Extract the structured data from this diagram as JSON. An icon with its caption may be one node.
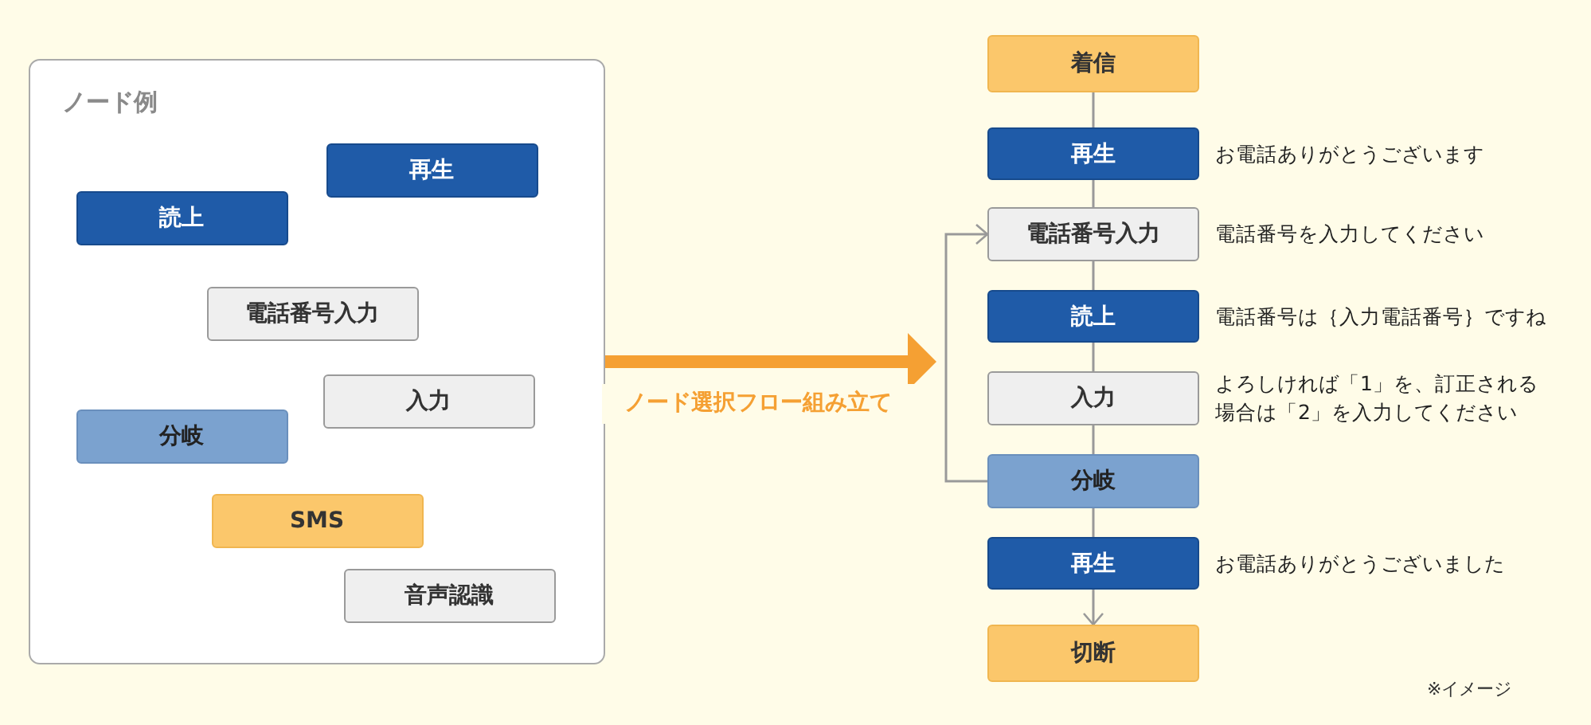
{
  "diagram": {
    "nodes": [
      {
        "text": [
          "ノード例"
        ]
      },
      {
        "text": [
          "再生"
        ],
        "in": 0
      },
      {
        "text": [
          "読上"
        ],
        "in": 0
      },
      {
        "text": [
          "電話番号入力"
        ],
        "in": 0
      },
      {
        "text": [
          "入力"
        ],
        "in": 0
      },
      {
        "text": [
          "分岐"
        ],
        "in": 0
      },
      {
        "text": [
          "SMS"
        ],
        "in": 0
      },
      {
        "text": [
          "音声認識"
        ],
        "in": 0
      },
      {
        "text": [
          "着信"
        ]
      },
      {
        "text": [
          "再生"
        ],
        "beside": [
          "お電話ありがとうございます"
        ]
      },
      {
        "text": [
          "電話番号入力"
        ],
        "beside": [
          "電話番号を入力してください"
        ]
      },
      {
        "text": [
          "読上"
        ],
        "beside": [
          "電話番号は｛入力電話番号｝ですね"
        ]
      },
      {
        "text": [
          "入力"
        ],
        "beside": [
          "よろしければ「1」を、訂正される場合は「2」を入力してください"
        ]
      },
      {
        "text": [
          "分岐"
        ]
      },
      {
        "text": [
          "再生"
        ],
        "beside": [
          "お電話ありがとうございました"
        ]
      },
      {
        "text": [
          "切断"
        ]
      }
    ],
    "edges": [
      {
        "from": 0,
        "to": null,
        "arrow": "to",
        "label": "ノード選択フロー組み立て",
        "style": "thick",
        "color": "#f5a033"
      },
      {
        "from": 8,
        "to": 9,
        "arrow": "none"
      },
      {
        "from": 9,
        "to": 10,
        "arrow": "none"
      },
      {
        "from": 10,
        "to": 11,
        "arrow": "none"
      },
      {
        "from": 11,
        "to": 12,
        "arrow": "none"
      },
      {
        "from": 12,
        "to": 13,
        "arrow": "none"
      },
      {
        "from": 13,
        "to": 14,
        "arrow": "none"
      },
      {
        "from": 14,
        "to": 15,
        "arrow": "to"
      },
      {
        "from": 13,
        "to": 10,
        "arrow": "to"
      }
    ],
    "labels": [
      "※イメージ"
    ]
  }
}
